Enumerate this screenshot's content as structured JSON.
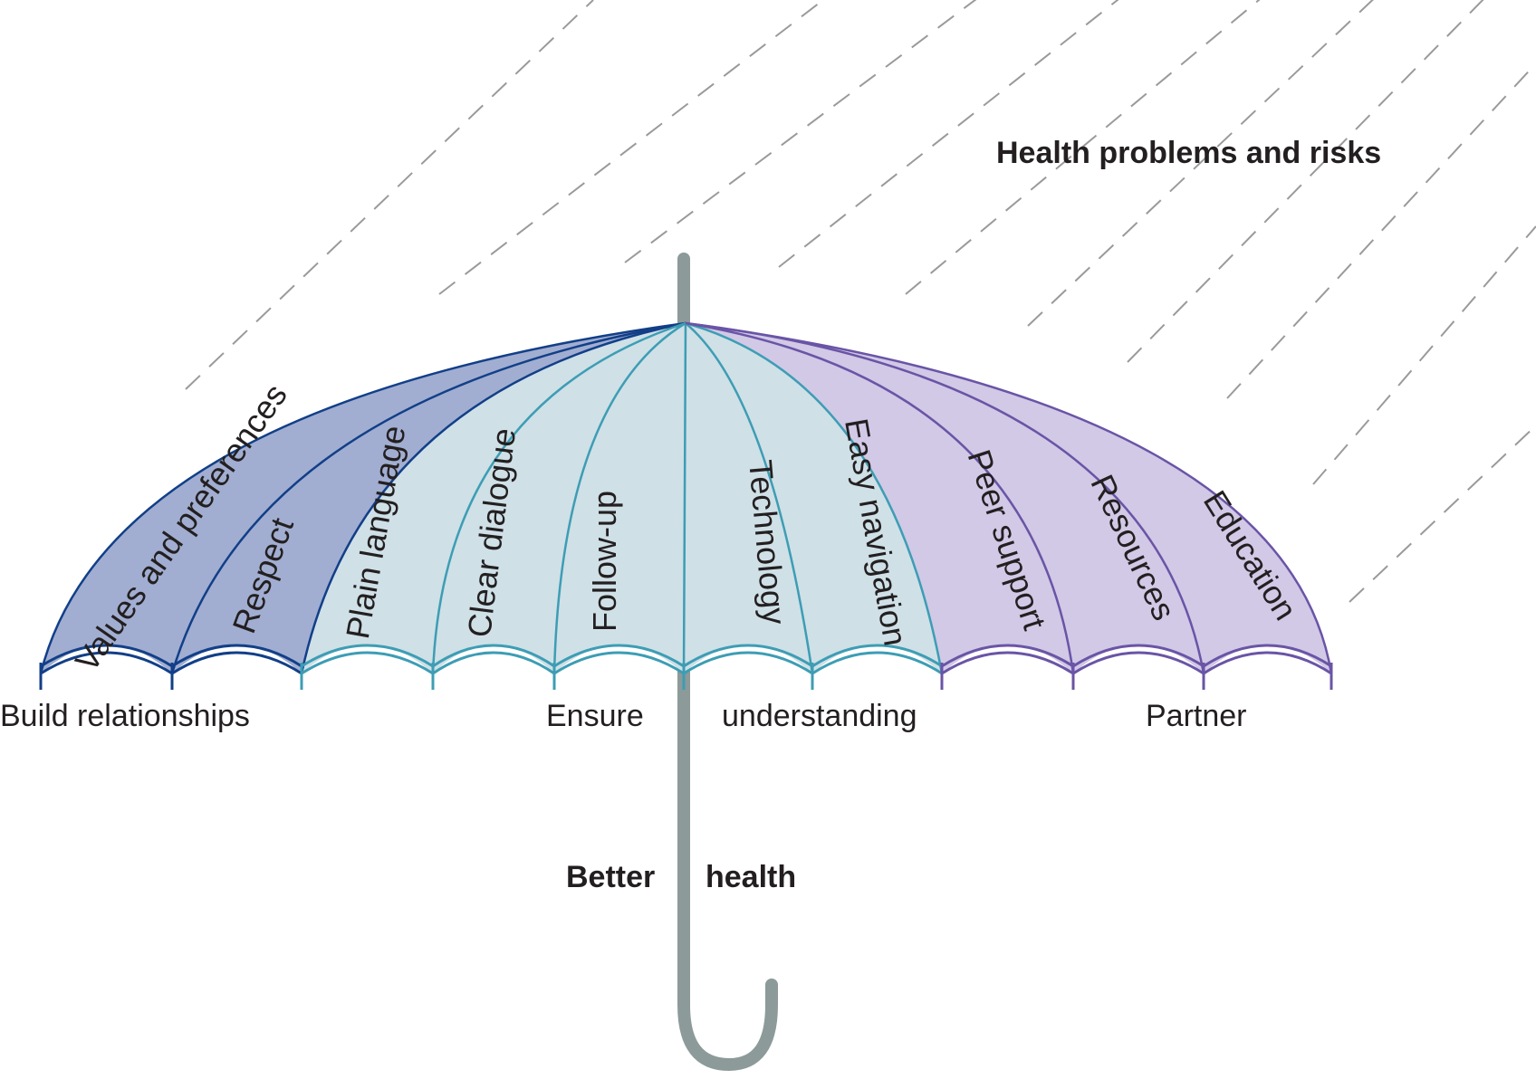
{
  "title": "Health problems and risks",
  "outcome": {
    "left": "Better",
    "right": "health"
  },
  "groups": [
    {
      "label": "Build relationships",
      "color": "#123f88",
      "fill": "#a1aed1"
    },
    {
      "label_left": "Ensure",
      "label_right": "understanding",
      "color": "#3d9db4",
      "fill": "#cfe0e7"
    },
    {
      "label": "Partner",
      "color": "#6a54a6",
      "fill": "#d1c9e6"
    }
  ],
  "segments": [
    {
      "label": "Values and preferences",
      "group": 0
    },
    {
      "label": "Respect",
      "group": 0
    },
    {
      "label": "Plain language",
      "group": 1
    },
    {
      "label": "Clear dialogue",
      "group": 1
    },
    {
      "label": "Follow-up",
      "group": 1
    },
    {
      "label": "Technology",
      "group": 1
    },
    {
      "label": "Easy navigation",
      "group": 1
    },
    {
      "label": "Peer support",
      "group": 2
    },
    {
      "label": "Resources",
      "group": 2
    },
    {
      "label": "Education",
      "group": 2
    }
  ],
  "colors": {
    "rain": "#9a9a9a",
    "handle": "#8c9a99",
    "text": "#231f20"
  }
}
